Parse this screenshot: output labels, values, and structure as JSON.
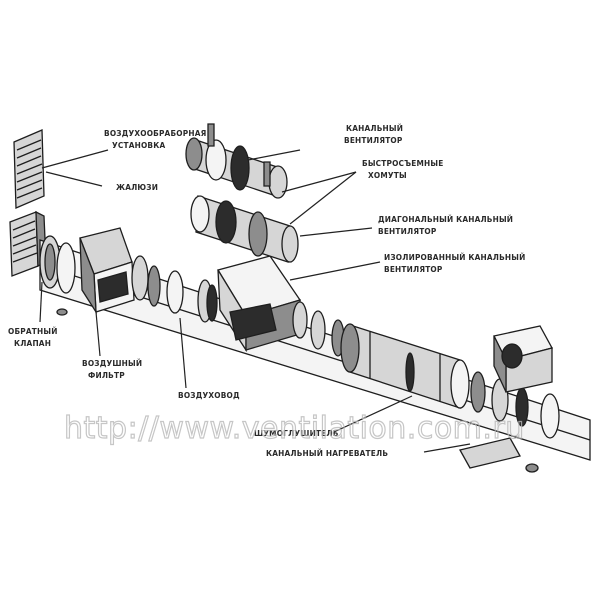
{
  "labels": {
    "air_handling_unit_1": "ВОЗДУХООБРАБОРНАЯ",
    "air_handling_unit_2": "УСТАНОВКА",
    "louvers": "ЖАЛЮЗИ",
    "channel_fan_1": "КАНАЛЬНЫЙ",
    "channel_fan_2": "ВЕНТИЛЯТОР",
    "quick_clamps_1": "БЫСТРОСЪЕМНЫЕ",
    "quick_clamps_2": "ХОМУТЫ",
    "diagonal_fan_1": "ДИАГОНАЛЬНЫЙ КАНАЛЬНЫЙ",
    "diagonal_fan_2": "ВЕНТИЛЯТОР",
    "insulated_fan_1": "ИЗОЛИРОВАННЫЙ КАНАЛЬНЫЙ",
    "insulated_fan_2": "ВЕНТИЛЯТОР",
    "check_valve_1": "ОБРАТНЫЙ",
    "check_valve_2": "КЛАПАН",
    "air_filter_1": "ВОЗДУШНЫЙ",
    "air_filter_2": "ФИЛЬТР",
    "air_duct": "ВОЗДУХОВОД",
    "silencer": "ШУМОГЛУШИТЕЛЬ",
    "duct_heater": "КАНАЛЬНЫЙ НАГРЕВАТЕЛЬ"
  },
  "watermark": "http://www.ventilation.com.ru",
  "colors": {
    "ink": "#1e1e1e",
    "light_gray": "#d6d6d6",
    "mid_gray": "#8d8d8d",
    "watermark": "#b8b8b8"
  }
}
